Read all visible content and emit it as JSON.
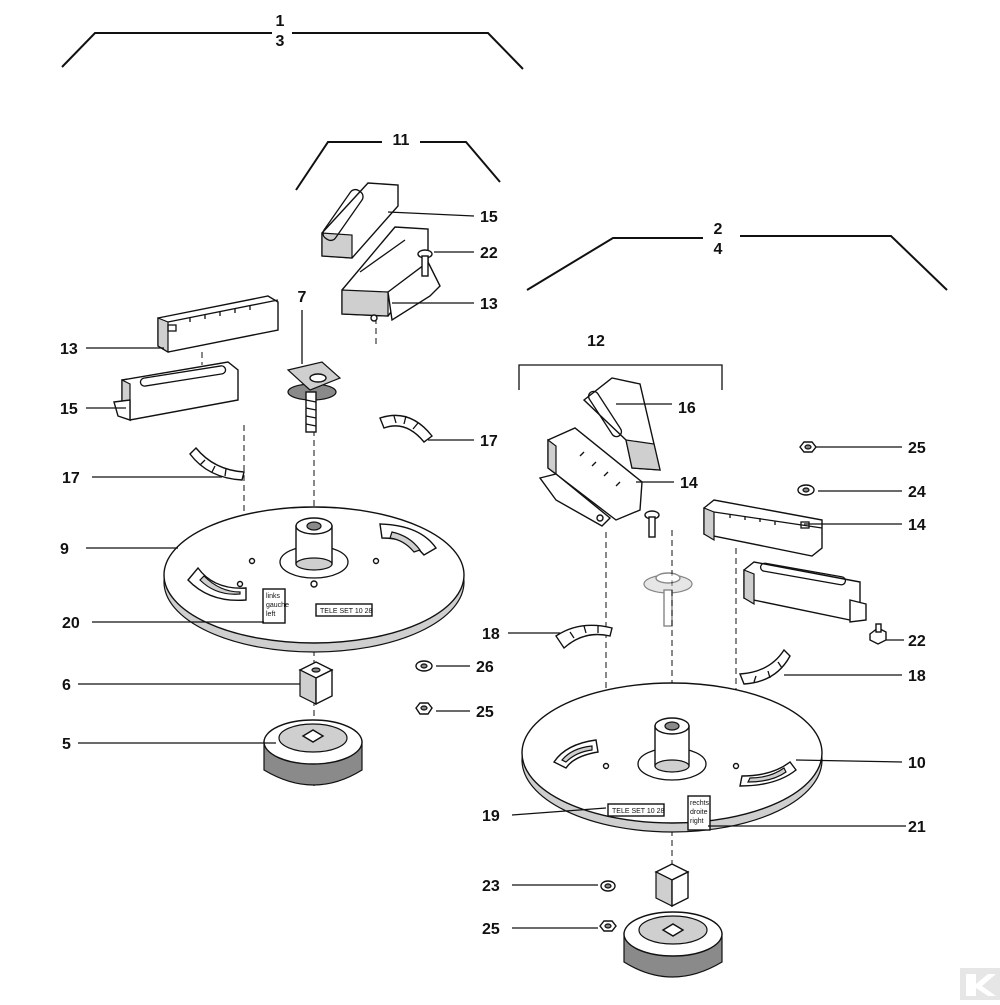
{
  "labels": {
    "group_1": "1",
    "group_3": "3",
    "group_11": "11",
    "group_2": "2",
    "group_4": "4",
    "group_12": "12",
    "l13a": "13",
    "l15a": "15",
    "l17a": "17",
    "l9": "9",
    "l20": "20",
    "l6": "6",
    "l5": "5",
    "l15b": "15",
    "l22a": "22",
    "l13b": "13",
    "l7": "7",
    "l17b": "17",
    "l26": "26",
    "l25a": "25",
    "l16": "16",
    "l14a": "14",
    "l25b": "25",
    "l24": "24",
    "l14b": "14",
    "l22b": "22",
    "l18a": "18",
    "l18b": "18",
    "l10": "10",
    "l19": "19",
    "l21": "21",
    "l23": "23",
    "l25c": "25"
  },
  "plates": {
    "left_label": "TELE SET 10 28",
    "right_label": "TELE SET 10 28",
    "left_tag": [
      "links",
      "gauche",
      "left"
    ],
    "right_tag": [
      "rechts",
      "droite",
      "right"
    ]
  }
}
